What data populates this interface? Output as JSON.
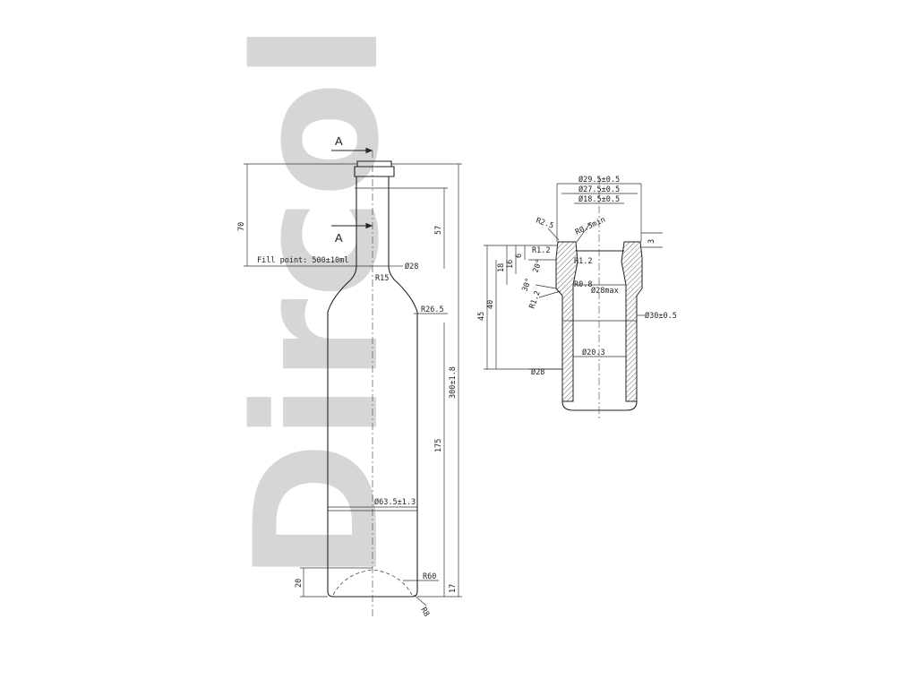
{
  "watermark": {
    "text": "Dircol"
  },
  "section_markers": {
    "top": "A",
    "bottom": "A"
  },
  "bottle_dimensions": {
    "total_height": "300±1.8",
    "neck_upper": "70",
    "neck_finish_depth": "57",
    "fill_point": "Fill point: 500±10ml",
    "neck_diameter": "Ø28",
    "shoulder_radius": "R15",
    "shoulder_radius_lower": "R26.5",
    "body_height": "175",
    "body_diameter": "Ø63.5±1.3",
    "punt_height": "20",
    "base_height": "17",
    "base_radius": "R60",
    "heel_radius": "R8"
  },
  "finish_dimensions": {
    "dia_outer": "Ø29.5±0.5",
    "dia_lip": "Ø27.5±0.5",
    "dia_bore": "Ø18.5±0.5",
    "r_lip": "R2.5",
    "r_min": "R0.5min",
    "h_3": "3",
    "r_inner_top": "R1.2",
    "r_ring_a": "R1.2",
    "r_ring_b": "R1.2",
    "r_08": "R0.8",
    "h_6": "6",
    "h_16": "16",
    "h_18": "18",
    "h_40": "40",
    "h_45": "45",
    "angle_30": "30°",
    "angle_20": "20°",
    "dia_28max": "Ø28max",
    "dia_30": "Ø30±0.5",
    "dia_bore_low": "Ø20.3",
    "dia_28": "Ø28"
  }
}
